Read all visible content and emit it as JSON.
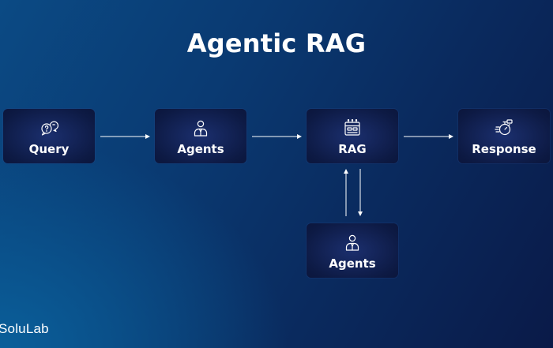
{
  "title": "Agentic RAG",
  "nodes": {
    "query": {
      "label": "Query",
      "icon": "question-chat-icon"
    },
    "agents_top": {
      "label": "Agents",
      "icon": "agent-person-icon"
    },
    "rag": {
      "label": "RAG",
      "icon": "rag-server-icon"
    },
    "response": {
      "label": "Response",
      "icon": "response-stopwatch-icon"
    },
    "agents_bottom": {
      "label": "Agents",
      "icon": "agent-person-icon"
    }
  },
  "edges": [
    {
      "from": "Query",
      "to": "Agents"
    },
    {
      "from": "Agents",
      "to": "RAG"
    },
    {
      "from": "RAG",
      "to": "Response"
    },
    {
      "from": "Agents (bottom)",
      "to": "RAG"
    },
    {
      "from": "RAG",
      "to": "Agents (bottom)"
    }
  ],
  "brand": "SoluLab",
  "colors": {
    "background_start": "#0b4a84",
    "background_end": "#0a1a48",
    "node_fill": "#0d1a44",
    "text": "#ffffff"
  }
}
